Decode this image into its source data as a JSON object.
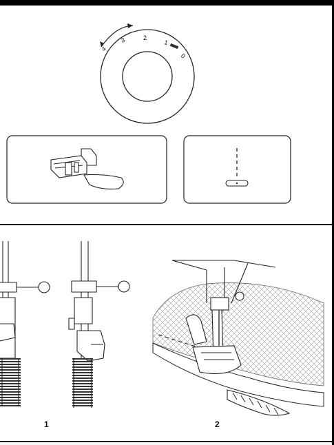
{
  "stitch_length_dial": {
    "ticks": [
      "4",
      "3",
      "2",
      "1",
      "0"
    ]
  },
  "figure_labels": {
    "left": "1",
    "right": "2"
  }
}
